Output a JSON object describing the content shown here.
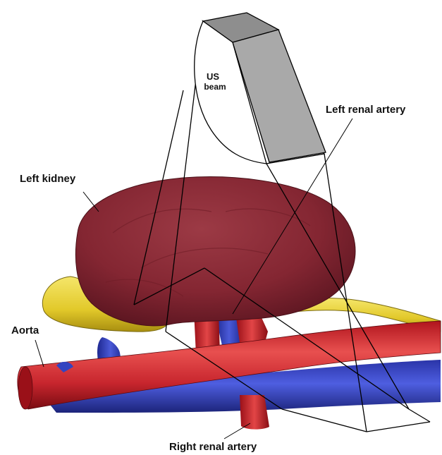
{
  "labels": {
    "us_beam_line1": "US",
    "us_beam_line2": "beam",
    "left_renal_artery": "Left renal artery",
    "left_kidney": "Left kidney",
    "aorta": "Aorta",
    "right_renal_artery": "Right renal artery"
  },
  "colors": {
    "background": "#ffffff",
    "kidney": "#8a2a35",
    "artery": "#c8262e",
    "vein": "#3344c0",
    "ureter": "#e8d33a",
    "transducer": "#a9a9a9",
    "beam_outline": "#000000"
  }
}
